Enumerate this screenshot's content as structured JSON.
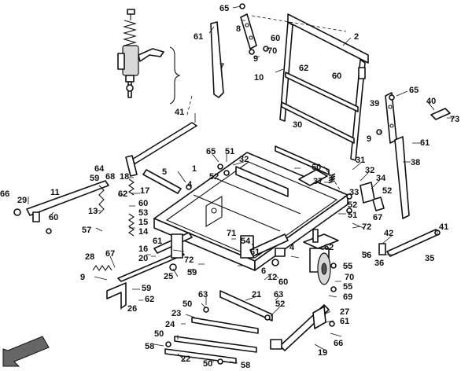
{
  "labels": [
    "65",
    "8",
    "61",
    "2",
    "70",
    "9",
    "60",
    "7",
    "62",
    "10",
    "60",
    "65",
    "39",
    "40",
    "73",
    "41",
    "30",
    "9",
    "61",
    "38",
    "1",
    "5",
    "65",
    "51",
    "32",
    "60",
    "31",
    "32",
    "52",
    "34",
    "37",
    "33",
    "52",
    "4",
    "64",
    "68",
    "18",
    "59",
    "17",
    "11",
    "62",
    "60",
    "66",
    "29",
    "13",
    "53",
    "52",
    "67",
    "60",
    "15",
    "14",
    "57",
    "51",
    "72",
    "41",
    "71",
    "54",
    "42",
    "61",
    "61",
    "16",
    "62",
    "56",
    "36",
    "35",
    "20",
    "67",
    "72",
    "28",
    "4",
    "9",
    "6",
    "55",
    "12",
    "59",
    "59",
    "25",
    "70",
    "60",
    "62",
    "55",
    "26",
    "69",
    "21",
    "63",
    "63",
    "50",
    "52",
    "23",
    "27",
    "61",
    "24",
    "50",
    "66",
    "19",
    "58",
    "22",
    "50",
    "58"
  ],
  "colors": {
    "line": "#111111",
    "fill": "#ffffff",
    "shade": "#d8d8d8"
  }
}
